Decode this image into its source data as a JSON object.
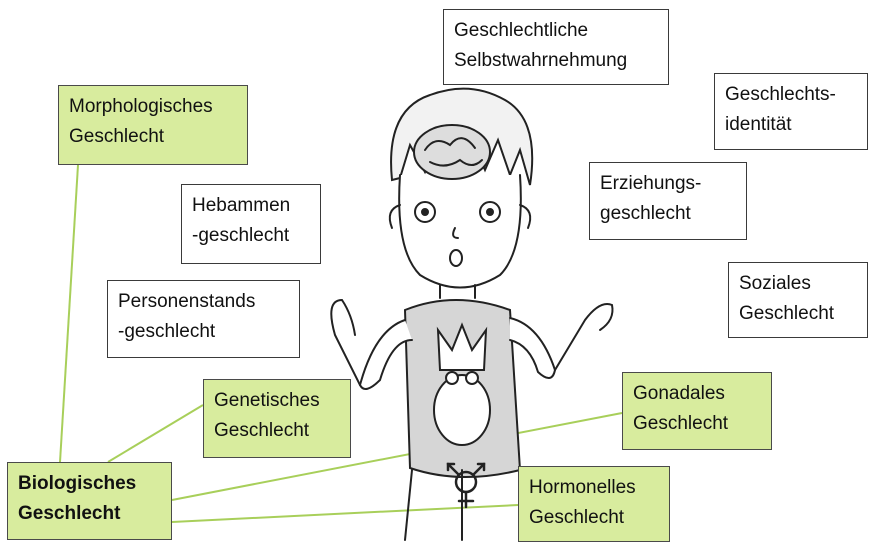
{
  "diagram": {
    "boxes": {
      "selbstwahrnehmung": "Geschlechtliche\nSelbstwahrnehmung",
      "geschlechtsidentitaet": "Geschlechts-\nidentität",
      "morphologisch": "Morphologisches\nGeschlecht",
      "hebammen": "Hebammen\n-geschlecht",
      "erziehung": "Erziehungs-\ngeschlecht",
      "sozial": "Soziales\nGeschlecht",
      "personenstand": "Personenstands\n-geschlecht",
      "genetisch": "Genetisches\nGeschlecht",
      "gonadal": "Gonadales\nGeschlecht",
      "biologisch": "Biologisches\nGeschlecht",
      "hormonell": "Hormonelles\nGeschlecht"
    },
    "colors": {
      "green_box": "#d8ec9e",
      "connector_line": "#a8cf5a"
    },
    "illustration": "cartoon child shrugging, brain visible, crown and frog on shirt, transgender symbol"
  }
}
